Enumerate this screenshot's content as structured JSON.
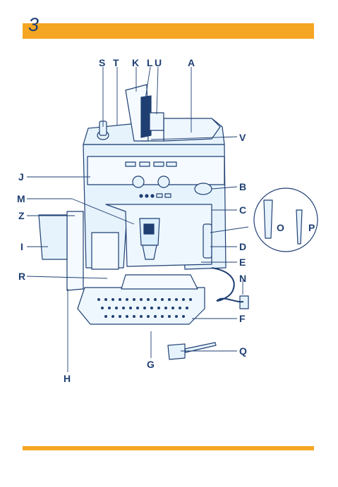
{
  "page": {
    "number": "3"
  },
  "labels": {
    "S": "S",
    "T": "T",
    "K": "K",
    "L": "L",
    "U": "U",
    "A": "A",
    "V": "V",
    "J": "J",
    "B": "B",
    "M": "M",
    "C": "C",
    "Z": "Z",
    "O": "O",
    "P": "P",
    "I": "I",
    "D": "D",
    "E": "E",
    "R": "R",
    "N": "N",
    "F": "F",
    "Q": "Q",
    "G": "G",
    "H": "H"
  },
  "colors": {
    "accent": "#f5a623",
    "ink": "#1f3f73",
    "line": "#1f3f73",
    "fill": "#dcefff"
  }
}
